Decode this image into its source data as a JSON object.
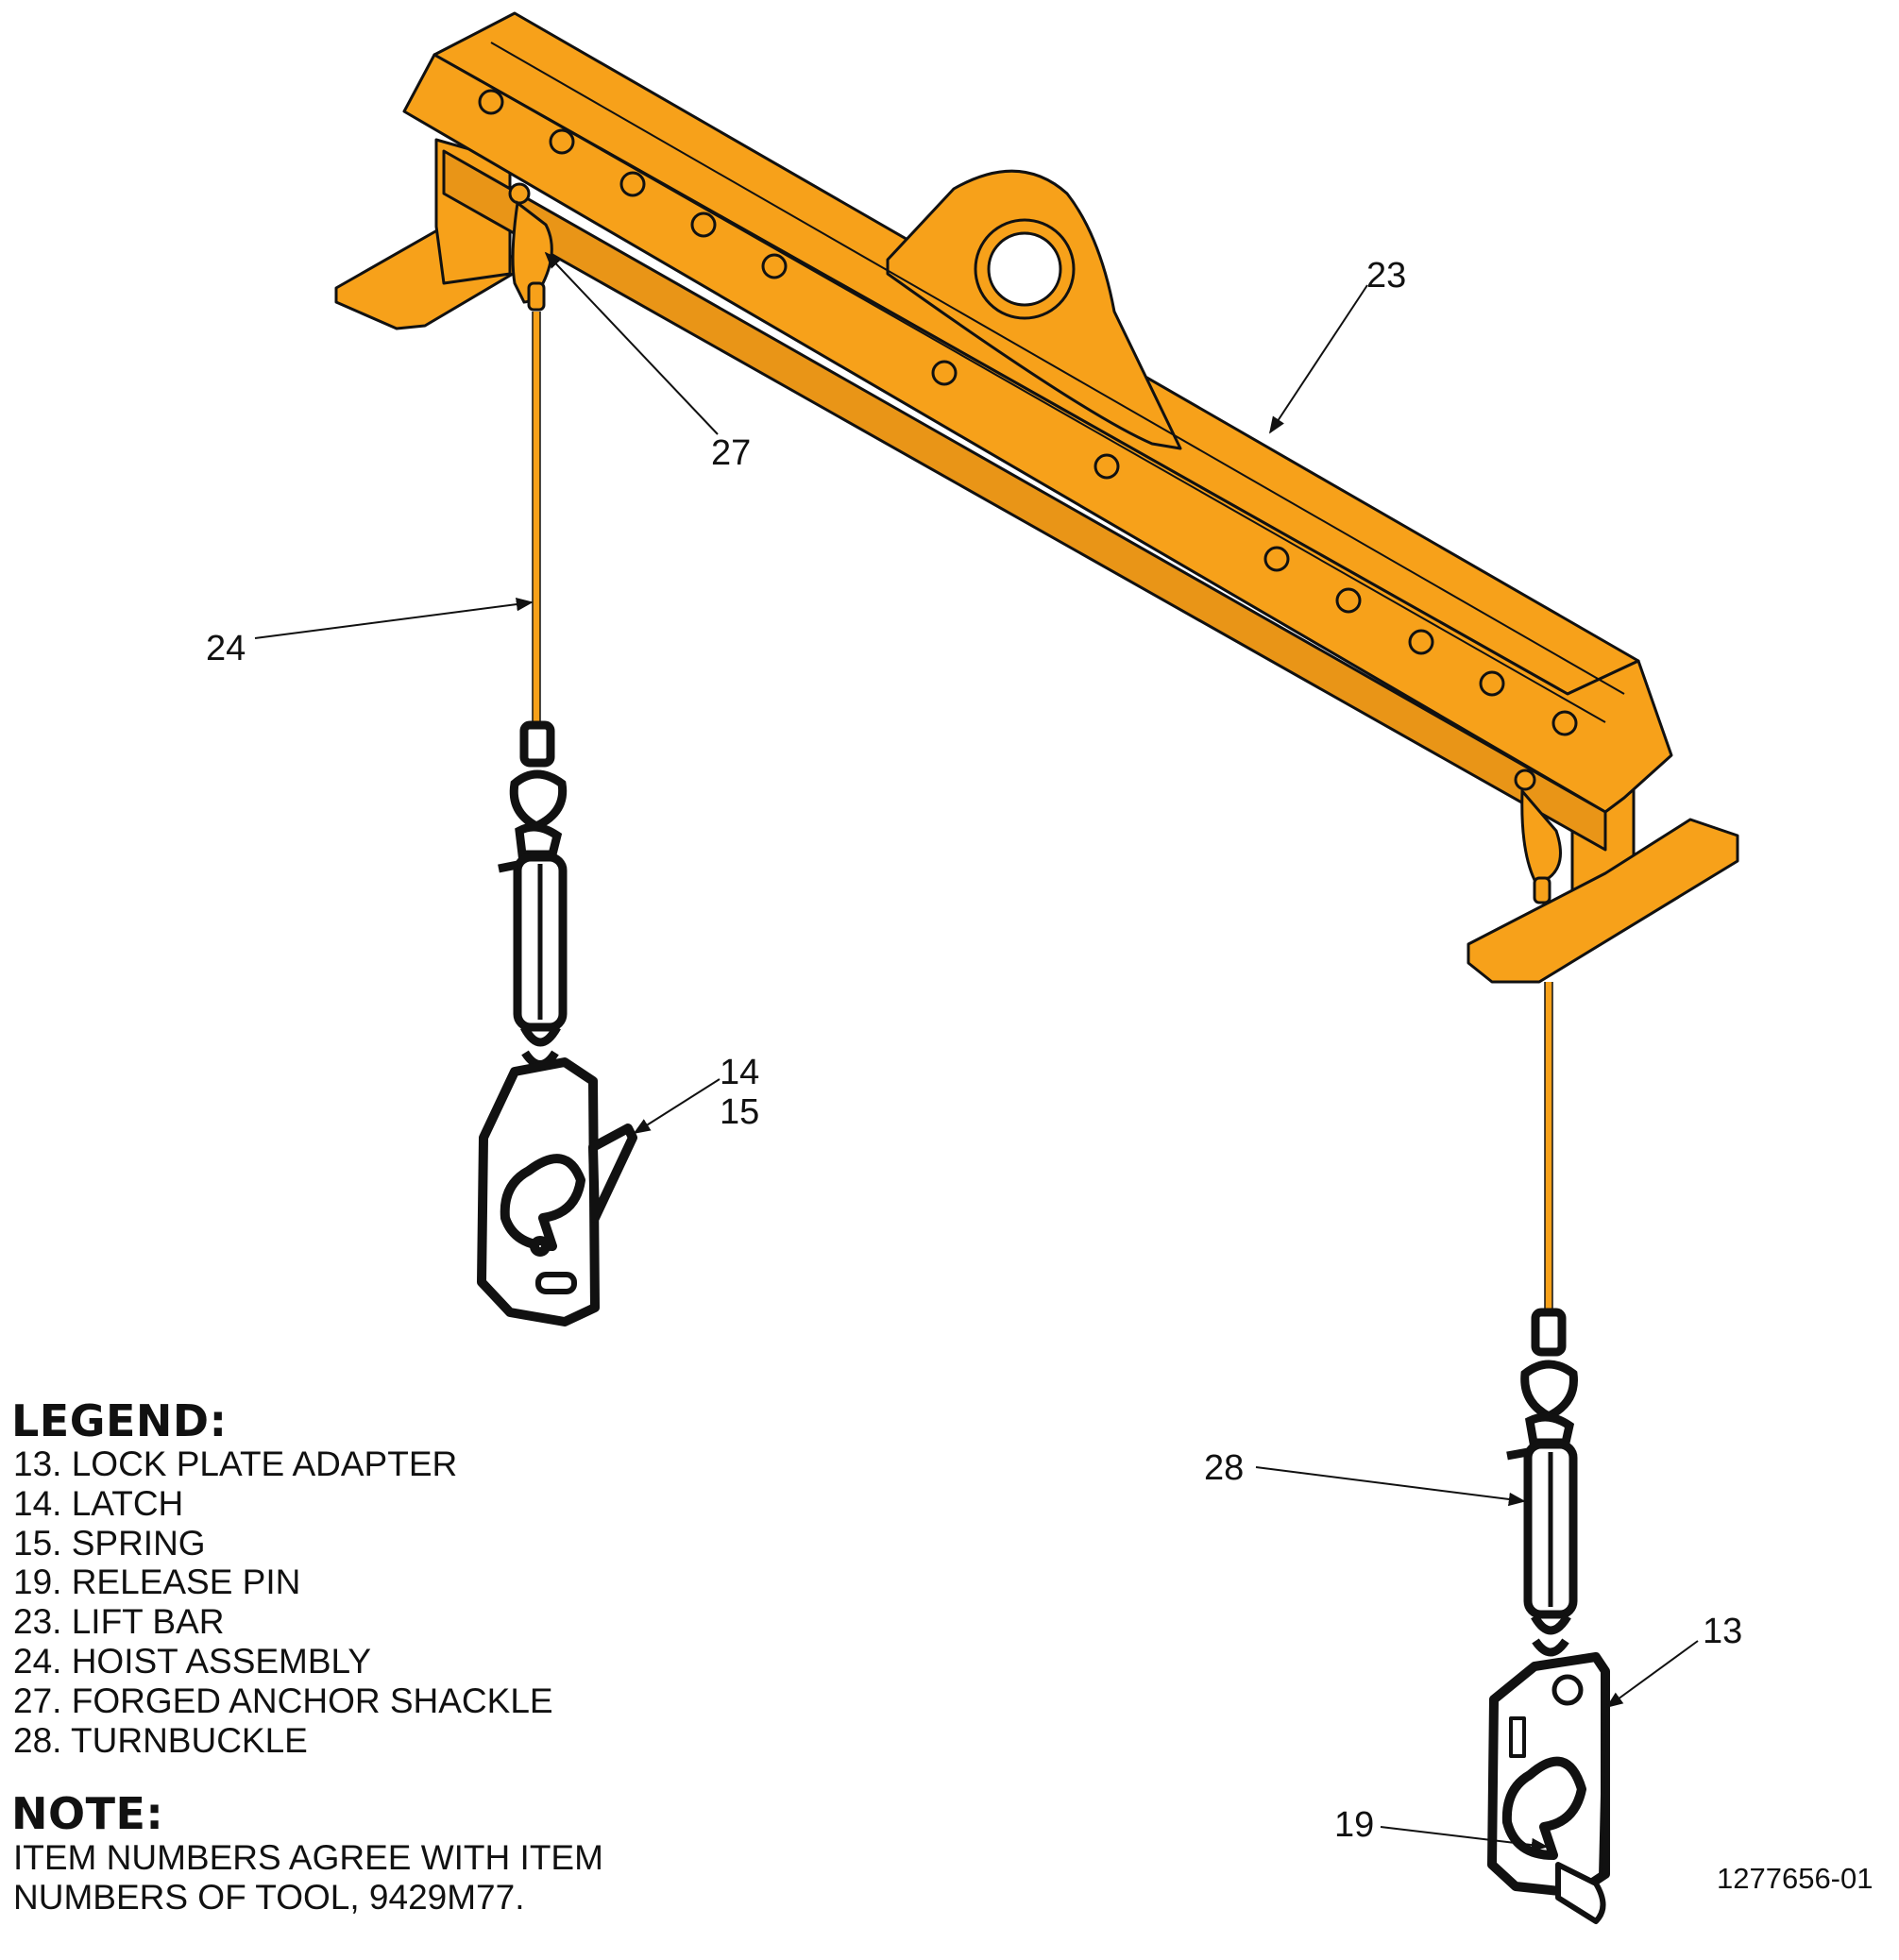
{
  "callouts": {
    "c23": "23",
    "c27": "27",
    "c24": "24",
    "c14": "14",
    "c15": "15",
    "c28": "28",
    "c13": "13",
    "c19": "19"
  },
  "legend": {
    "heading": "LEGEND:",
    "items": [
      "13. LOCK PLATE ADAPTER",
      "14. LATCH",
      "15. SPRING",
      "19. RELEASE PIN",
      "23. LIFT BAR",
      "24. HOIST ASSEMBLY",
      "27. FORGED ANCHOR SHACKLE",
      "28. TURNBUCKLE"
    ]
  },
  "note": {
    "heading": "NOTE:",
    "lines": [
      "ITEM NUMBERS AGREE WITH ITEM",
      "NUMBERS OF TOOL, 9429M77."
    ]
  },
  "drawing_number": "1277656-01",
  "colors": {
    "lift_bar_fill": "#F7A11A",
    "outline": "#111111",
    "background": "#FFFFFF"
  }
}
